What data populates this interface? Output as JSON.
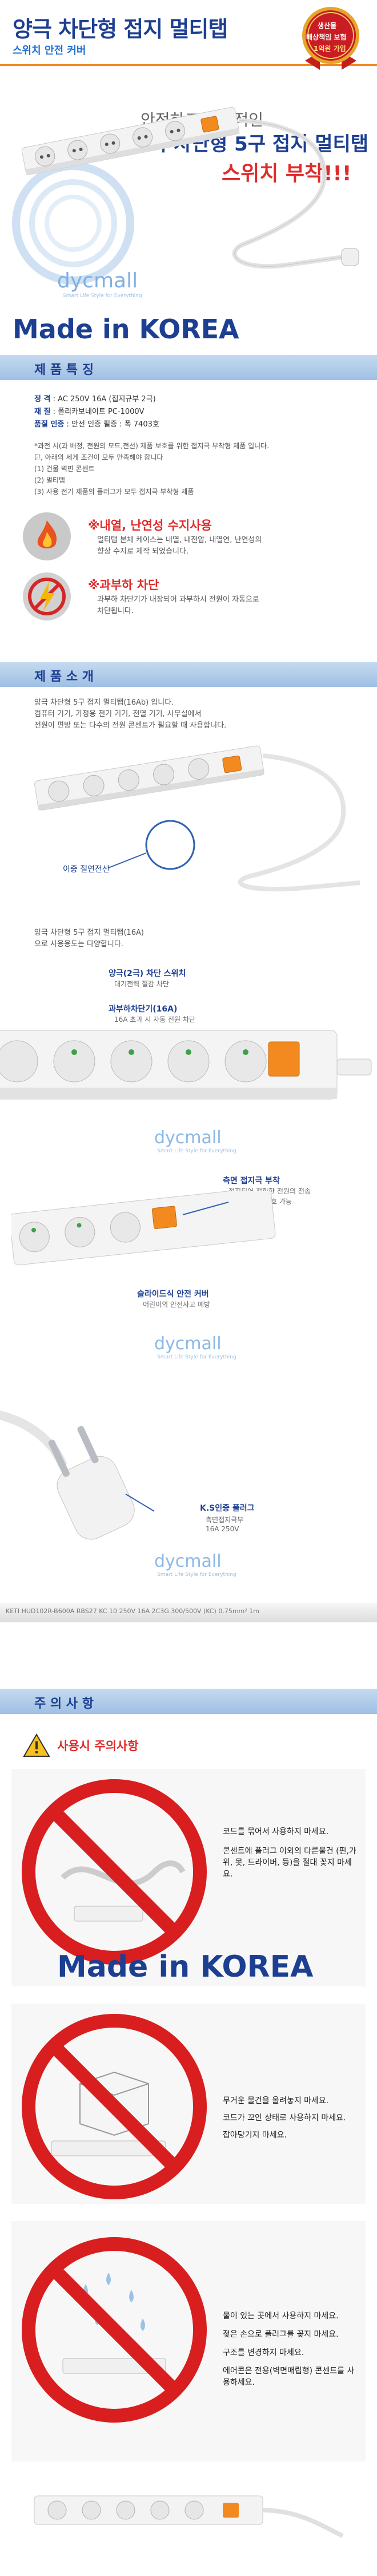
{
  "header": {
    "title": "양극 차단형 접지 멀티탭",
    "subtitle": "스위치 안전 커버",
    "badge": [
      "생산물",
      "배상책임 보험",
      "1억원 가입"
    ]
  },
  "hero": {
    "slogan_line1": "안전하고 경제적인",
    "slogan_line2": "양극 차단형 5구 접지 멀티탭",
    "slogan_line3": "스위치 부착!!!",
    "watermark_brand": "dycmall",
    "watermark_tagline": "Smart Life Style for Everything"
  },
  "made_in": "Made in KOREA",
  "features_section": {
    "title": "제 품 특 징",
    "specs": [
      {
        "label": "정 격",
        "value": ": AC 250V 16A (접지규부 2극)"
      },
      {
        "label": "재 질",
        "value": ": 폴리카보네이트 PC-1000V"
      },
      {
        "label": "품질 인증",
        "value": ": 안전 인증 필증 : 폭 7403호"
      }
    ],
    "notes": [
      "*과전 시(과 배정, 전원의 모드,전선) 제품 보호를 위한 접지극 부착형 제품 입니다.",
      "단, 아래의 세게 조건이 모두 만족해야 합니다",
      "(1) 건물 벽면 콘센트",
      "(2) 멀티탭",
      "(3) 사용 전기 제품의 플러그가 모두 접지극 부착형 제품"
    ],
    "items": [
      {
        "head": "※내열, 난연성 수지사용",
        "body": [
          "멀티탭 본체 케이스는 내열, 내전압, 내열연, 난연성의",
          "향상 수지로 제작 되었습니다."
        ]
      },
      {
        "head": "※과부하 차단",
        "body": [
          "과부하 차단기가 내장되어 과부하시 전원이 자동으로",
          "차단됩니다."
        ]
      }
    ]
  },
  "intro_section": {
    "title": "제 품 소 개",
    "paragraph": [
      "양극 차단형 5구 접지 멀티탭(16Ab) 입니다.",
      "컴퓨터 기기, 가정용 전기 기기, 전열 기기, 사무실에서",
      "전원이 편방 또는 다수의 전원 콘센트가 필요할 때 사용합니다."
    ],
    "callout_cable": "이중 절연전선",
    "paragraph2": [
      "양극 차단형 5구 접지 멀티탭(16A)",
      "으로 사용용도는 다양합니다."
    ],
    "callouts": [
      {
        "head": "양극(2극) 차단 스위치",
        "sub": "대기전력 절감 차단"
      },
      {
        "head": "과부하차단기(16A)",
        "sub": "16A 초과 시 자동 전원 차단"
      },
      {
        "head": "측면 접지극 부착",
        "sub": [
          "접지되어 정확한 전원의 전송",
          "전기 제품을 보호 가능"
        ]
      },
      {
        "head": "슬라이드식 안전 커버",
        "sub": "어린이의 안전사고 예방"
      },
      {
        "head": "K.S인증 플러그",
        "sub": [
          "측면접지극부",
          "16A 250V"
        ]
      }
    ],
    "cable_print": "KETI HUD102R-B600A RBS27 KC 10 250V 16A 2C3G 300/500V (KC) 0.75mm² 1m"
  },
  "caution_section": {
    "title": "주 의 사 항",
    "label": "사용시 주의사항",
    "group1": [
      "코드를 묶어서 사용하지 마세요.",
      "콘센트에 플러그 이외의 다른물건 (핀,가위, 못, 드라이버, 등)을 절대 꽂지 마세요."
    ],
    "made_in": "Made in KOREA",
    "group2": [
      "무거운 물건을 올려놓지 마세요.",
      "코드가 꼬인 상태로 사용하지 마세요.",
      "잡아당기지 마세요."
    ],
    "group3": [
      "물이 있는 곳에서 사용하지 마세요.",
      "젖은 손으로 플러그를 꽂지 마세요.",
      "구조를 변경하지 마세요.",
      "에어콘은 전용(벽면매립형) 콘센트를 사용하세요."
    ]
  },
  "colors": {
    "brand_blue": "#1d3f92",
    "accent_red": "#e02b2b",
    "accent_orange": "#f08a22",
    "light_blue": "#bcd5ef"
  }
}
